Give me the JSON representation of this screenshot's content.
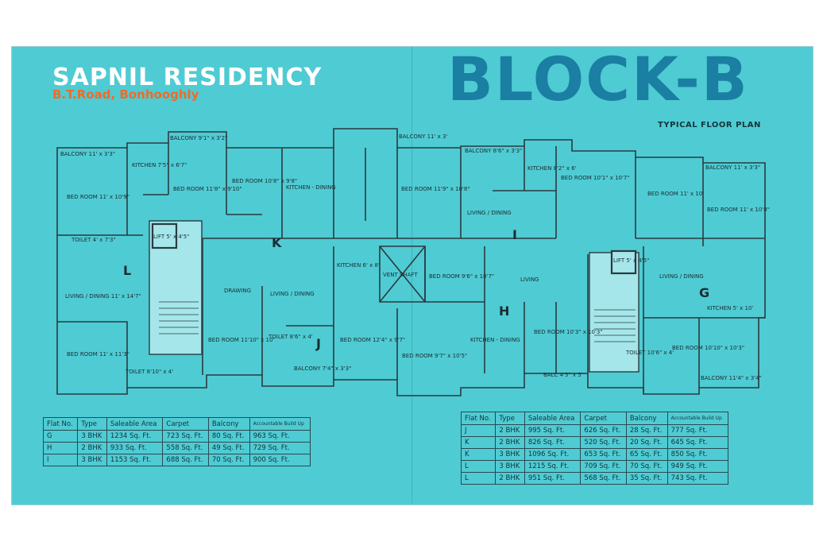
{
  "header": {
    "title": "SAPNIL RESIDENCY",
    "subtitle": "B.T.Road, Bonhooghly",
    "block": "BLOCK-B",
    "plan_label": "TYPICAL FLOOR PLAN"
  },
  "colors": {
    "background": "#4fcbd3",
    "block_title": "#1a7fa2",
    "subtitle": "#f26a25",
    "lines": "#2a3b40",
    "stair": "#a5e6ea"
  },
  "flat_letters": [
    "L",
    "K",
    "J",
    "I",
    "H",
    "G"
  ],
  "rooms": [
    "BALCONY 11' x 3'3\"",
    "KITCHEN 7'5\" x 6'7\"",
    "BED ROOM 11' x 10'9\"",
    "BED ROOM 11'8\" x 9'10\"",
    "BALCONY 9'1\" x 3'2\"",
    "BED ROOM 10'8\" x 9'8\"",
    "KITCHEN - DINING",
    "BALCONY 11' x 3'",
    "BED ROOM 11'9\" x 10'8\"",
    "BALCONY 8'6\" x 3'3\"",
    "KITCHEN 8'2\" x 6'",
    "BED ROOM 10'1\" x 10'7\"",
    "BED ROOM 11' x 10'",
    "BALCONY 11' x 3'3\"",
    "BED ROOM 11' x 10'8\"",
    "TOILET 4' x 7'3\"",
    "LIFT 5' x 4'5\"",
    "LIVING / DINING 11' x 14'7\"",
    "DRAWING",
    "LIVING / DINING",
    "KITCHEN 6' x 8'",
    "VENT SHAFT",
    "BED ROOM 9'6\" x 10'7\"",
    "LIVING / DINING",
    "LIVING",
    "LIFT 5' x 4'5\"",
    "LIVING / DINING",
    "KITCHEN 5' x 10'",
    "BED ROOM 11' x 11'3\"",
    "TOILET 8'10\" x 4'",
    "BED ROOM 11'10\" x 10'",
    "TOILET 8'6\" x 4'",
    "BALCONY 7'4\" x 3'3\"",
    "BED ROOM 12'4\" x 9'7\"",
    "BED ROOM 9'7\" x 10'5\"",
    "KITCHEN - DINING",
    "BED ROOM 10'3\" x 10'3\"",
    "BALC 4'5\" x 5'",
    "TOILET 10'6\" x 4'",
    "BED ROOM 10'10\" x 10'3\"",
    "BALCONY 11'4\" x 3'4\""
  ],
  "table_left": {
    "headers": [
      "Flat No.",
      "Type",
      "Saleable Area",
      "Carpet",
      "Balcony",
      "Accountable Build Up"
    ],
    "rows": [
      [
        "G",
        "3 BHK",
        "1234 Sq. Ft.",
        "723 Sq. Ft.",
        "80 Sq. Ft.",
        "963 Sq. Ft."
      ],
      [
        "H",
        "2 BHK",
        "933 Sq. Ft.",
        "558 Sq. Ft.",
        "49 Sq. Ft.",
        "729 Sq. Ft."
      ],
      [
        "I",
        "3 BHK",
        "1153 Sq. Ft.",
        "688 Sq. Ft.",
        "70 Sq. Ft.",
        "900 Sq. Ft."
      ]
    ]
  },
  "table_right": {
    "headers": [
      "Flat No.",
      "Type",
      "Saleable Area",
      "Carpet",
      "Balcony",
      "Accountable Build Up"
    ],
    "rows": [
      [
        "J",
        "2 BHK",
        "995 Sq. Ft.",
        "626 Sq. Ft.",
        "28 Sq. Ft.",
        "777 Sq. Ft."
      ],
      [
        "K",
        "2 BHK",
        "826 Sq. Ft.",
        "520 Sq. Ft.",
        "20 Sq. Ft.",
        "645 Sq. Ft."
      ],
      [
        "K",
        "3 BHK",
        "1096 Sq. Ft.",
        "653 Sq. Ft.",
        "65 Sq. Ft.",
        "850 Sq. Ft."
      ],
      [
        "L",
        "3 BHK",
        "1215 Sq. Ft.",
        "709 Sq. Ft.",
        "70 Sq. Ft.",
        "949 Sq. Ft."
      ],
      [
        "L",
        "2 BHK",
        "951 Sq. Ft.",
        "568 Sq. Ft.",
        "35 Sq. Ft.",
        "743 Sq. Ft."
      ]
    ]
  }
}
